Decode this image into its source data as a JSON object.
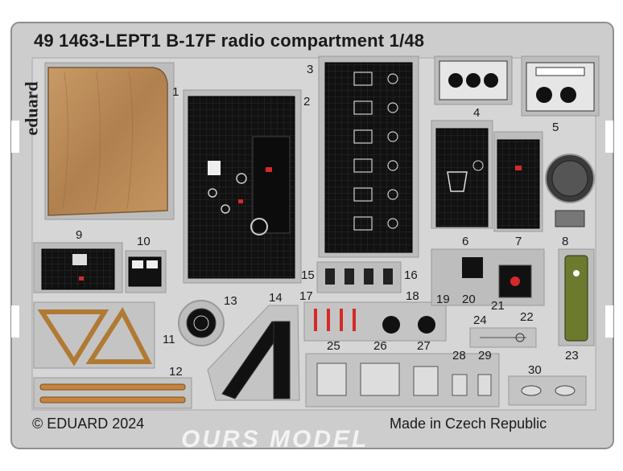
{
  "sheet": {
    "title": "49 1463-LEPT1   B-17F radio compartment   1/48",
    "brand": "eduard",
    "copyright": "© EDUARD 2024",
    "origin": "Made in Czech Republic",
    "watermark": "OURS MODEL"
  },
  "part_numbers": [
    "1",
    "2",
    "3",
    "4",
    "5",
    "6",
    "7",
    "8",
    "9",
    "10",
    "11",
    "12",
    "13",
    "14",
    "15",
    "16",
    "17",
    "18",
    "19",
    "20",
    "21",
    "22",
    "23",
    "24",
    "25",
    "26",
    "27",
    "28",
    "29",
    "30"
  ],
  "colors": {
    "fret": "#c9c9c9",
    "fret_border": "#9a9a9a",
    "panel": "#161616",
    "wood": "#b88a58",
    "accent_red": "#d42a2a",
    "olive": "#6c7a2e"
  }
}
